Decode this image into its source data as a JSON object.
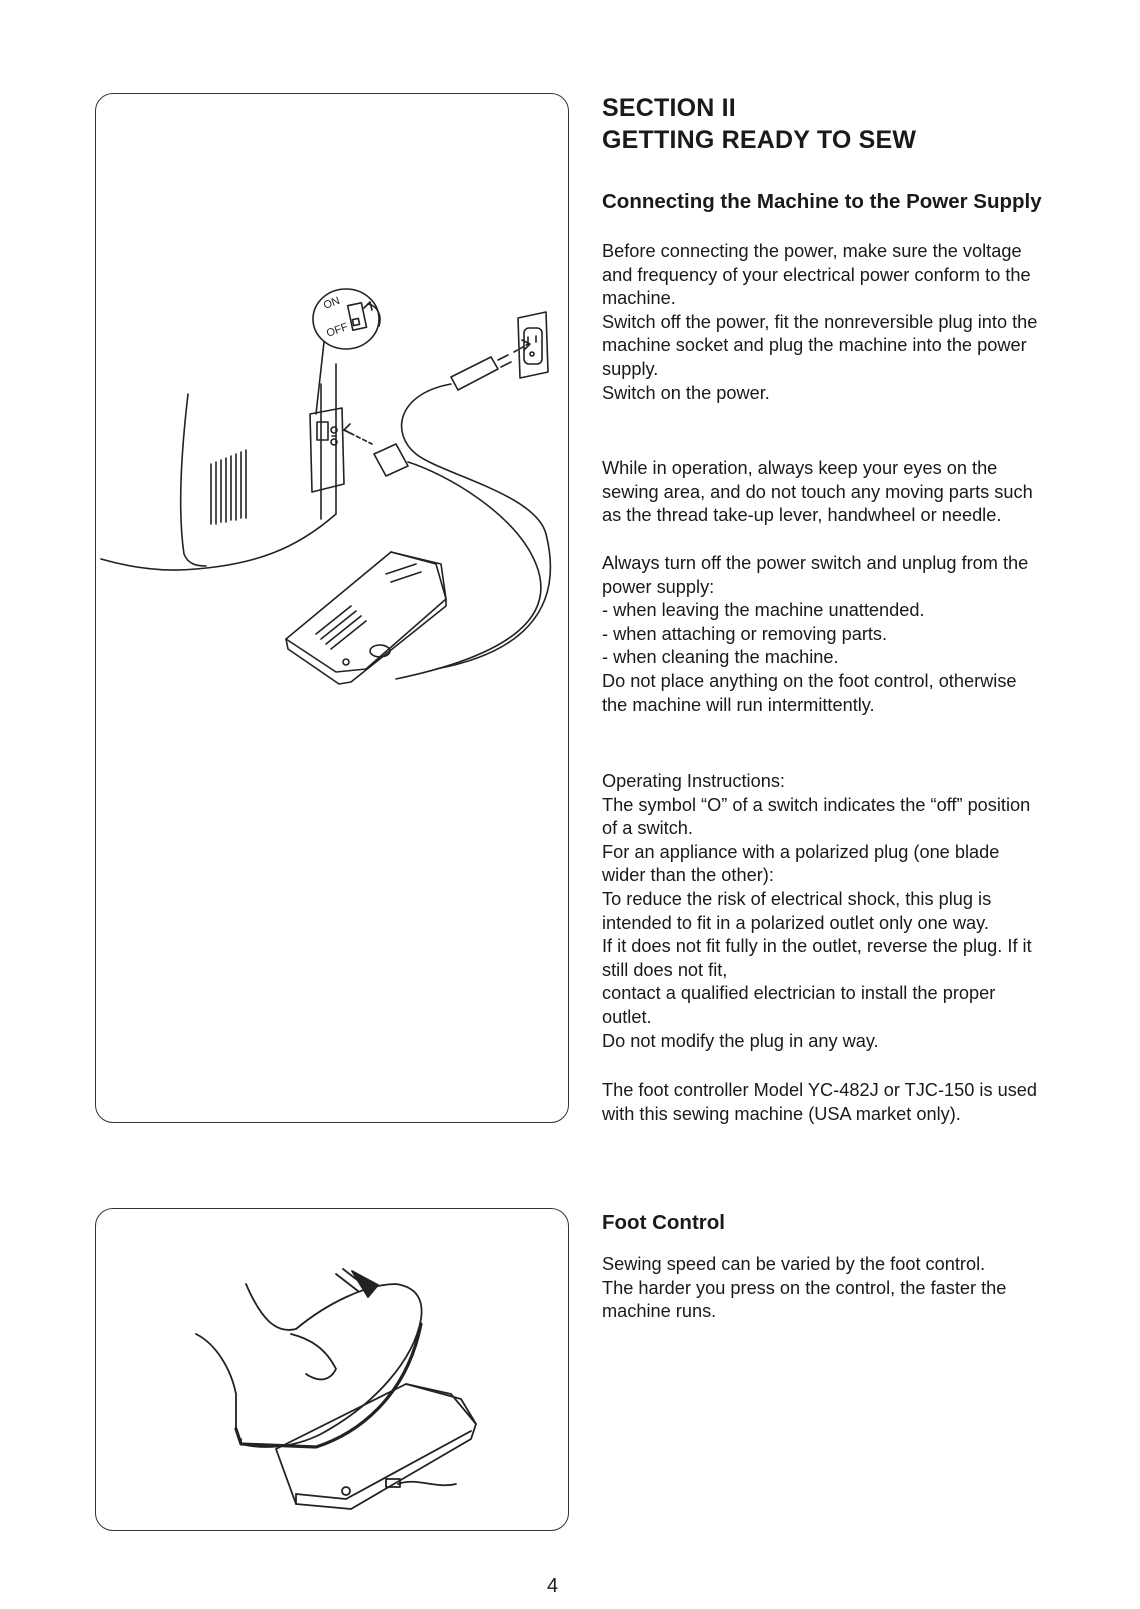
{
  "section": {
    "line1": "SECTION II",
    "line2": "GETTING READY TO SEW"
  },
  "connecting": {
    "heading": "Connecting the Machine to the Power Supply",
    "para1": [
      "Before connecting the power, make sure the voltage",
      "and frequency of your electrical power conform to the",
      "machine.",
      "Switch off the power, fit the nonreversible plug into the",
      "machine socket and plug the machine into the power",
      "supply.",
      "Switch on the power."
    ],
    "para2": [
      "While in operation, always keep your eyes on the",
      "sewing area, and do not touch any moving parts such",
      "as the thread take-up lever, handwheel or needle."
    ],
    "para3": [
      "Always turn off the power switch and unplug from the",
      "power supply:",
      "- when leaving the machine unattended.",
      "- when attaching or removing parts.",
      "- when cleaning the machine.",
      "Do not place anything on the foot control, otherwise",
      "the machine will run intermittently."
    ],
    "para4": [
      "Operating Instructions:",
      "The symbol “O” of a switch indicates the “off” position",
      "of a switch.",
      "For an appliance with a polarized plug (one blade",
      "wider than the other):",
      "To reduce the risk of electrical shock, this plug is",
      "intended to fit in a polarized outlet only one way.",
      "If it does not fit fully in the outlet, reverse the plug. If it",
      "still does not fit,",
      "contact a qualified electrician to install the proper",
      "outlet.",
      "Do not modify the plug in any way."
    ],
    "para5": [
      "The foot controller Model YC-482J or TJC-150 is used",
      "with this sewing machine (USA market only)."
    ]
  },
  "foot_control": {
    "heading": "Foot Control",
    "para": [
      "Sewing speed can be varied by the foot control.",
      "The harder you press on the control, the faster the",
      "machine runs."
    ]
  },
  "switch_labels": {
    "on": "ON",
    "off": "OFF"
  },
  "page_number": "4"
}
